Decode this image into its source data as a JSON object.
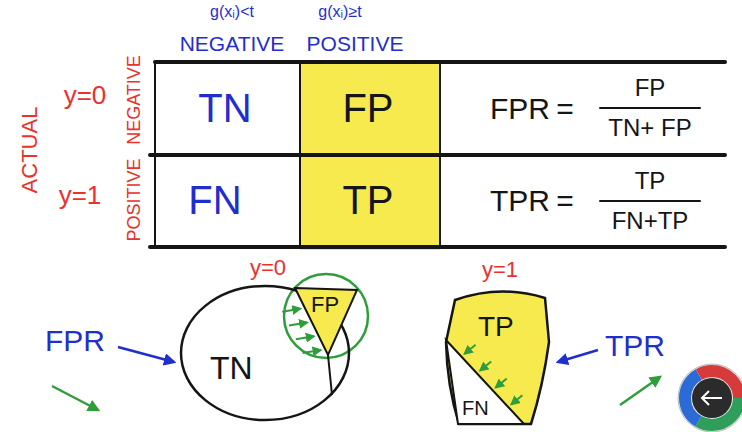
{
  "diagram": {
    "nodes": [
      {
        "text": [
          "TN"
        ]
      },
      {
        "text": [
          "FP"
        ],
        "in": 0
      },
      {
        "text": [
          "TP"
        ]
      },
      {
        "text": [
          "FN"
        ],
        "in": 2
      }
    ],
    "labels": [
      "g(xᵢ)<t",
      "g(xᵢ)≥t",
      "NEGATIVE",
      "POSITIVE",
      "ACTUAL",
      "y=0",
      "NEGATIVE",
      "TN",
      "FP",
      "FPR",
      "=",
      "FP",
      "TN+ FP",
      "y=1",
      "POSITIVE",
      "FN",
      "TP",
      "TPR",
      "=",
      "TP",
      "FN+TP",
      "FPR",
      "y=0",
      "y=1",
      "TPR"
    ]
  }
}
